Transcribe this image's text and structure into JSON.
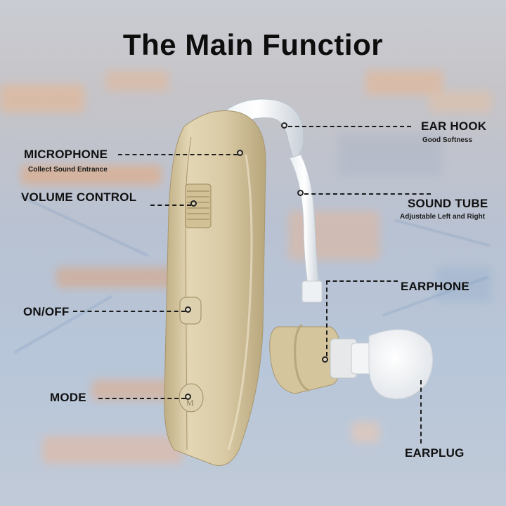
{
  "title": "The Main Functior",
  "product": "behind-the-ear hearing aid",
  "colors": {
    "body": "#d8c9a4",
    "body_shadow": "#b9a77c",
    "text": "#111111",
    "background": "#c0c6d2"
  },
  "labels": {
    "microphone": {
      "title": "MICROPHONE",
      "subtitle": "Collect Sound Entrance"
    },
    "volume_control": {
      "title": "VOLUME CONTROL"
    },
    "on_off": {
      "title": "ON/OFF"
    },
    "mode": {
      "title": "MODE"
    },
    "ear_hook": {
      "title": "EAR HOOK",
      "subtitle": "Good Softness"
    },
    "sound_tube": {
      "title": "SOUND TUBE",
      "subtitle": "Adjustable Left and Right"
    },
    "earphone": {
      "title": "EARPHONE"
    },
    "earplug": {
      "title": "EARPLUG"
    }
  },
  "mode_button_glyph": "M"
}
